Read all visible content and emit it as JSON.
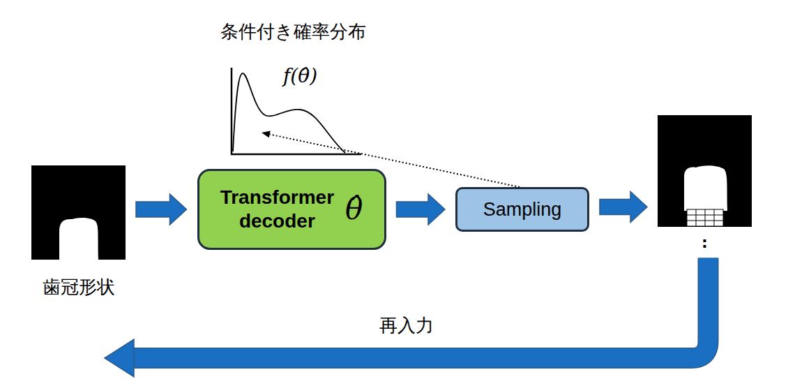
{
  "diagram": {
    "nodes": [
      {
        "text": [
          "条件付き確率分布",
          "f(θ̂)"
        ]
      },
      {
        "text": [
          "歯冠形状"
        ]
      },
      {
        "text": [
          "Transformer decoder",
          "θ̂"
        ]
      },
      {
        "text": [
          "Sampling"
        ]
      },
      {
        "text": [
          ":"
        ]
      }
    ],
    "edges": [
      {
        "from": 1,
        "to": 2,
        "arrow": "to"
      },
      {
        "from": 2,
        "to": 3,
        "arrow": "to"
      },
      {
        "from": 3,
        "to": 4,
        "arrow": "to"
      },
      {
        "from": 4,
        "to": 1,
        "label": "再入力",
        "arrow": "to"
      },
      {
        "from": 3,
        "to": 0,
        "arrow": "to"
      }
    ]
  }
}
